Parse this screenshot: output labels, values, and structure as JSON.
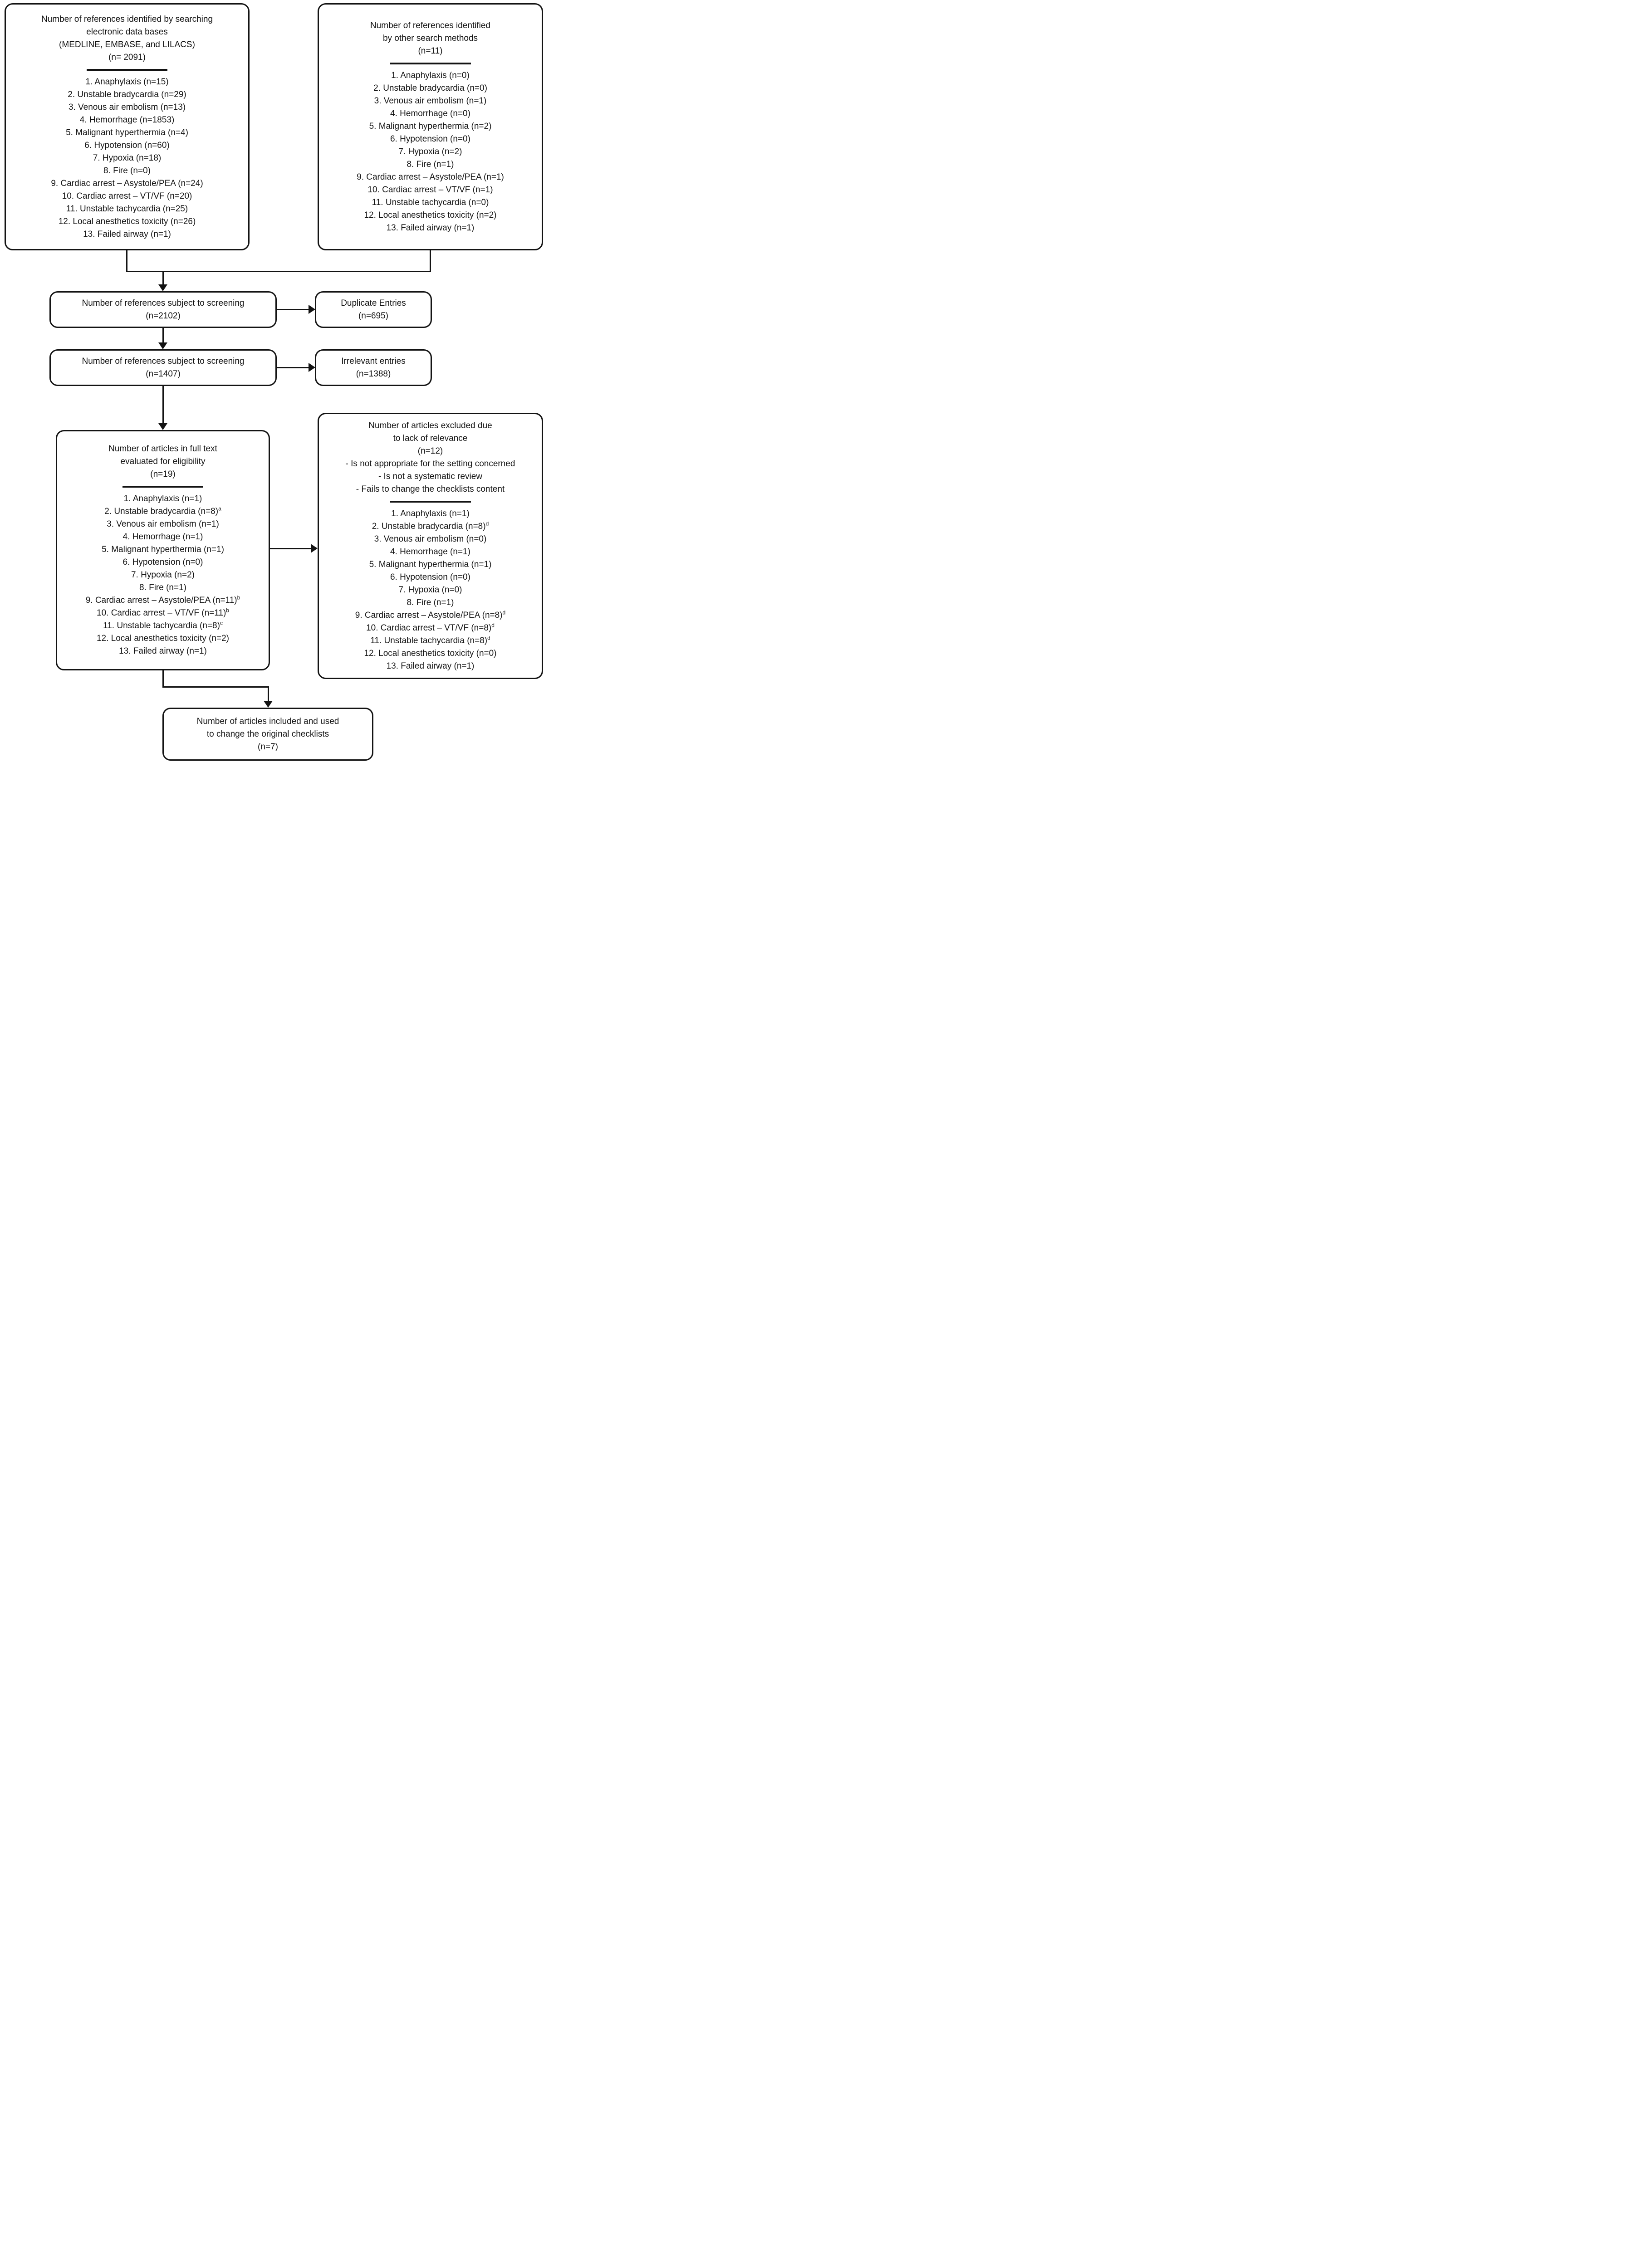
{
  "figure": {
    "background": "#ffffff",
    "ink_color": "#131313"
  },
  "boxes": {
    "identified_databases": {
      "header": [
        "Number of references identified by searching",
        "electronic data bases",
        "(MEDLINE, EMBASE, and LILACS)",
        "(n= 2091)"
      ],
      "items": [
        "1. Anaphylaxis (n=15)",
        "2. Unstable bradycardia (n=29)",
        "3. Venous air embolism (n=13)",
        "4. Hemorrhage (n=1853)",
        "5. Malignant hyperthermia (n=4)",
        "6. Hypotension (n=60)",
        "7. Hypoxia (n=18)",
        "8. Fire (n=0)",
        "9. Cardiac arrest – Asystole/PEA (n=24)",
        "10. Cardiac arrest – VT/VF (n=20)",
        "11. Unstable tachycardia (n=25)",
        "12. Local anesthetics toxicity (n=26)",
        "13. Failed airway (n=1)"
      ]
    },
    "identified_other": {
      "header": [
        "Number of references identified",
        "by other search methods",
        "(n=11)"
      ],
      "items": [
        "1. Anaphylaxis (n=0)",
        "2. Unstable bradycardia (n=0)",
        "3. Venous air embolism (n=1)",
        "4. Hemorrhage (n=0)",
        "5. Malignant hyperthermia (n=2)",
        "6. Hypotension (n=0)",
        "7. Hypoxia (n=2)",
        "8. Fire (n=1)",
        "9. Cardiac arrest – Asystole/PEA (n=1)",
        "10. Cardiac arrest – VT/VF (n=1)",
        "11. Unstable tachycardia (n=0)",
        "12. Local anesthetics toxicity (n=2)",
        "13. Failed airway (n=1)"
      ]
    },
    "screening_initial": {
      "label": "Number of references subject to screening\n(n=2102)"
    },
    "duplicate_entries": {
      "label": "Duplicate Entries\n(n=695)"
    },
    "screening_after_duplicates": {
      "label": "Number of references subject to screening\n(n=1407)"
    },
    "irrelevant_entries": {
      "label": "Irrelevant entries\n(n=1388)"
    },
    "full_text": {
      "header": [
        "Number of articles in full text",
        "evaluated for eligibility",
        "(n=19)"
      ],
      "items": [
        "1. Anaphylaxis (n=1)",
        {
          "text": "2. Unstable bradycardia (n=8)",
          "sup": "a"
        },
        "3. Venous air embolism (n=1)",
        "4. Hemorrhage (n=1)",
        "5. Malignant hyperthermia (n=1)",
        "6. Hypotension (n=0)",
        "7. Hypoxia (n=2)",
        "8. Fire (n=1)",
        {
          "text": "9. Cardiac arrest – Asystole/PEA (n=11)",
          "sup": "b"
        },
        {
          "text": "10. Cardiac arrest – VT/VF (n=11)",
          "sup": "b"
        },
        {
          "text": "11. Unstable tachycardia (n=8)",
          "sup": "c"
        },
        "12. Local anesthetics toxicity (n=2)",
        "13. Failed airway (n=1)"
      ]
    },
    "excluded": {
      "header": [
        "Number of articles excluded due",
        "to lack of relevance",
        "(n=12)",
        "- Is not appropriate for the setting concerned",
        "- Is not a systematic review",
        "- Fails to change the checklists content"
      ],
      "items": [
        "1. Anaphylaxis (n=1)",
        {
          "text": "2. Unstable bradycardia (n=8)",
          "sup": "d"
        },
        "3. Venous air embolism (n=0)",
        "4. Hemorrhage (n=1)",
        "5. Malignant hyperthermia (n=1)",
        "6. Hypotension (n=0)",
        "7. Hypoxia (n=0)",
        "8. Fire (n=1)",
        {
          "text": "9. Cardiac arrest – Asystole/PEA (n=8)",
          "sup": "d"
        },
        {
          "text": "10. Cardiac arrest – VT/VF (n=8)",
          "sup": "d"
        },
        {
          "text": "11. Unstable tachycardia (n=8)",
          "sup": "d"
        },
        "12. Local anesthetics toxicity (n=0)",
        "13. Failed airway (n=1)"
      ]
    },
    "included": {
      "label": "Number of articles included and used\nto change the original checklists\n(n=7)"
    }
  }
}
